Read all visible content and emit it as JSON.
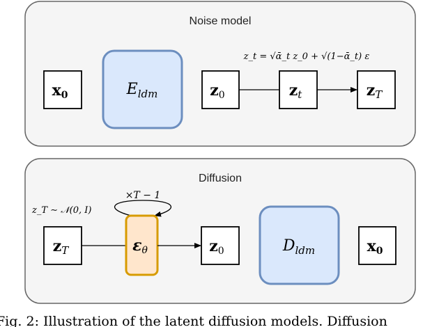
{
  "panels": {
    "noise": {
      "title": "Noise model"
    },
    "diffusion": {
      "title": "Diffusion"
    }
  },
  "noise_model": {
    "x0": "x",
    "x0_sub": "0",
    "encoder": "E",
    "encoder_sub": "ldm",
    "z0": "z",
    "z0_sub": "0",
    "zt": "z",
    "zt_sub": "t",
    "zT": "z",
    "zT_sub": "T",
    "equation": "z_t = √ᾱ_t z_0 + √(1−ᾱ_t) ε"
  },
  "diffusion": {
    "prior": "z_T ∼ 𝒩(0, I)",
    "zT": "z",
    "zT_sub": "T",
    "denoiser": "ε",
    "denoiser_sub": "θ",
    "loop_label": "×T − 1",
    "z0": "z",
    "z0_sub": "0",
    "decoder": "D",
    "decoder_sub": "ldm",
    "x0": "x",
    "x0_sub": "0"
  },
  "caption": "Fig. 2: Illustration of the latent diffusion models. Diffusion",
  "colors": {
    "blue_fill": "#dae8fc",
    "blue_stroke": "#6c8ebf",
    "orange_fill": "#ffe6cc",
    "orange_stroke": "#d79b00",
    "panel_fill": "#f5f5f5",
    "panel_stroke": "#666666"
  }
}
